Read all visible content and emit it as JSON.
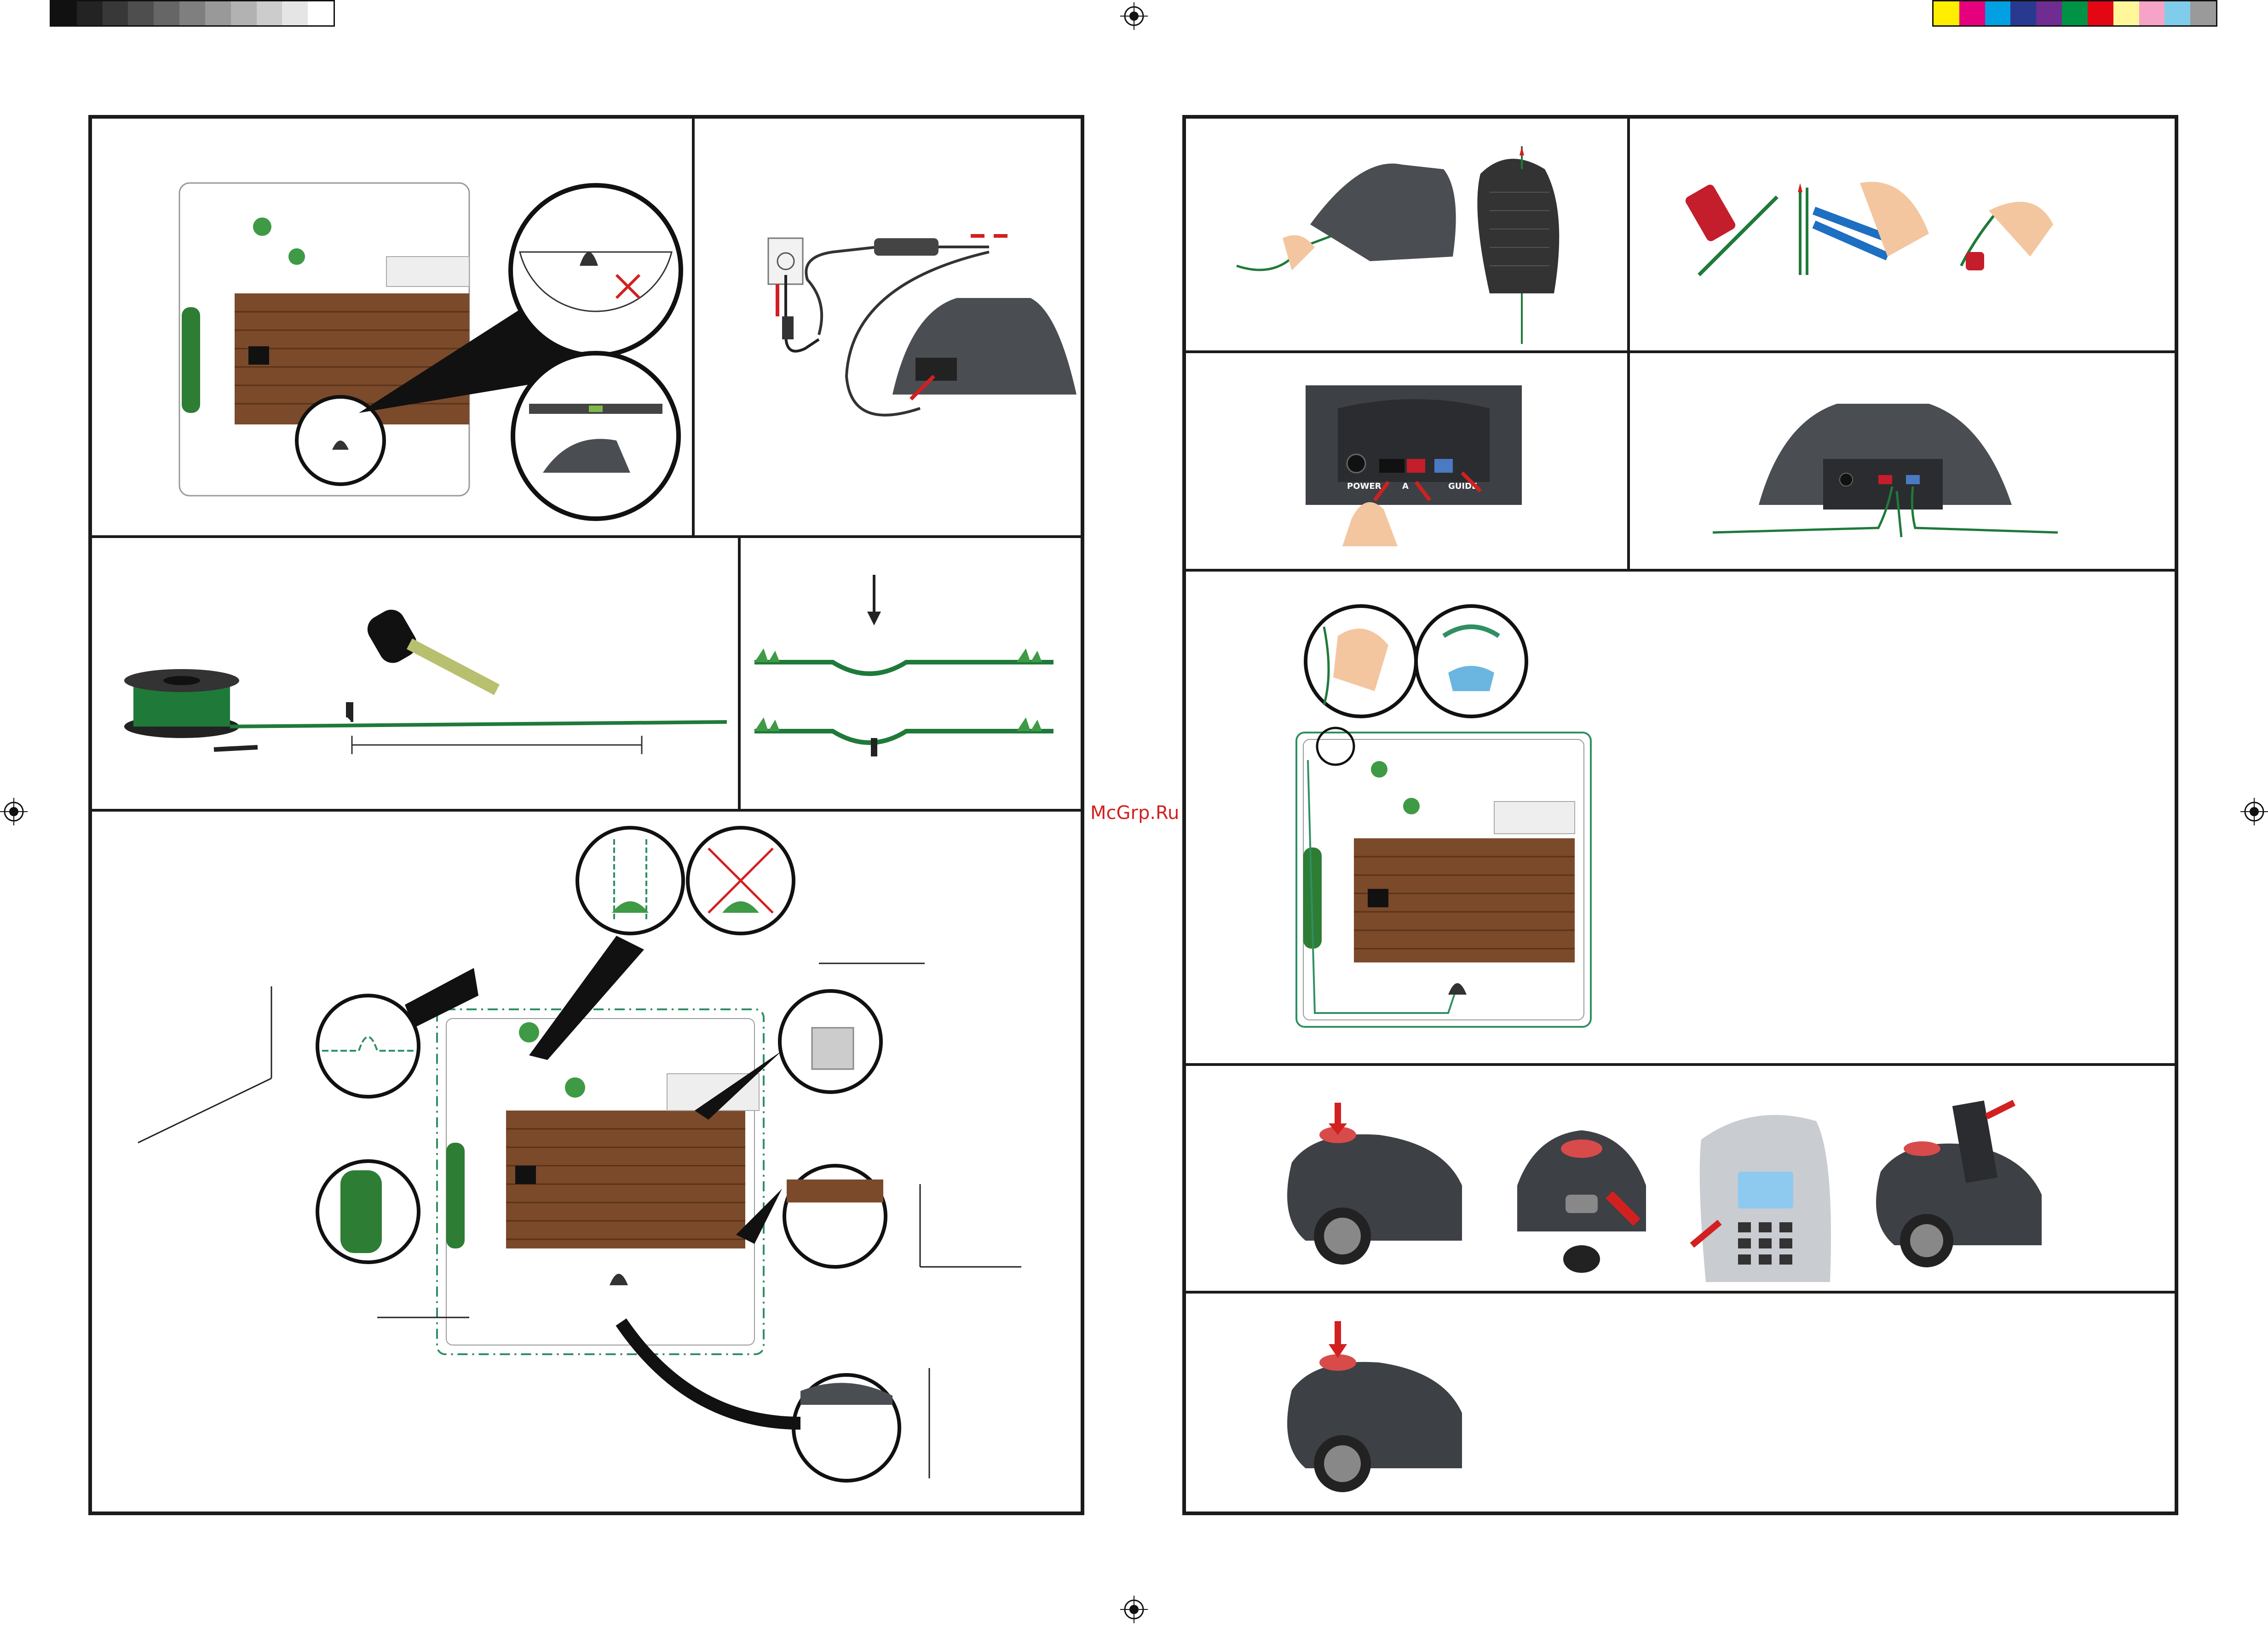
{
  "watermark": "McGrp.Ru",
  "labels": {
    "power": "POWER",
    "guide": "GUIDE",
    "a": "A"
  },
  "colors": {
    "frame": "#1b1b1b",
    "wire": "#1f7a3a",
    "guide_wire": "#2f8f63",
    "station": "#4a4d52",
    "house": "#7b4a2b",
    "tree": "#3f9a45",
    "arrow": "#d22020",
    "keypad": "#c9ccd1",
    "screen": "#8ecaf0"
  },
  "color_bar": [
    "#ffee00",
    "#e5007d",
    "#00a0e2",
    "#2a3990",
    "#6f2c91",
    "#009245",
    "#e30613",
    "#fff799",
    "#f5a3c7",
    "#7fcdea",
    "#9a9a9a"
  ],
  "gray_bar": [
    "#111111",
    "#232323",
    "#383838",
    "#4e4e4e",
    "#666666",
    "#7f7f7f",
    "#999999",
    "#b2b2b2",
    "#cccccc",
    "#e5e5e5",
    "#ffffff"
  ]
}
